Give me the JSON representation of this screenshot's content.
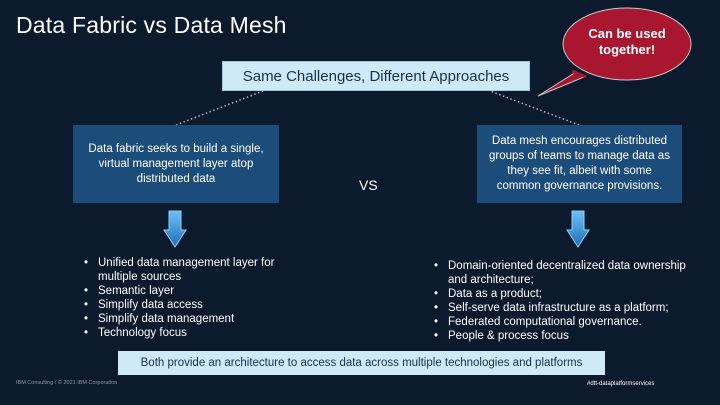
{
  "slide": {
    "title": "Data Fabric vs Data Mesh",
    "header": "Same Challenges, Different Approaches",
    "callout": "Can be used together!",
    "fabric": {
      "description": "Data fabric seeks to build a single, virtual management layer atop distributed data",
      "bullets": [
        "Unified data management layer for multiple sources",
        "Semantic layer",
        "Simplify data access",
        "Simplify data management",
        "Technology focus"
      ]
    },
    "vs": "VS",
    "mesh": {
      "description": "Data mesh encourages distributed groups of teams to manage data as they see fit, albeit with some common governance provisions.",
      "bullets": [
        "Domain-oriented decentralized data ownership and architecture;",
        "Data as a product;",
        "Self-serve data infrastructure as a platform;",
        "Federated computational governance.",
        "People & process focus"
      ]
    },
    "footer": "Both provide an architecture to access data across multiple technologies and platforms",
    "copyright": "IBM Consulting / © 2021 IBM Corporation",
    "hashtag": "#dtt-dataplatformservices"
  },
  "colors": {
    "background": "#0b1a2c",
    "concept_box": "#1c4d7a",
    "highlight_box": "#cfe9f8",
    "callout_bubble": "#a8172f",
    "arrow": "#3a9ee0"
  }
}
